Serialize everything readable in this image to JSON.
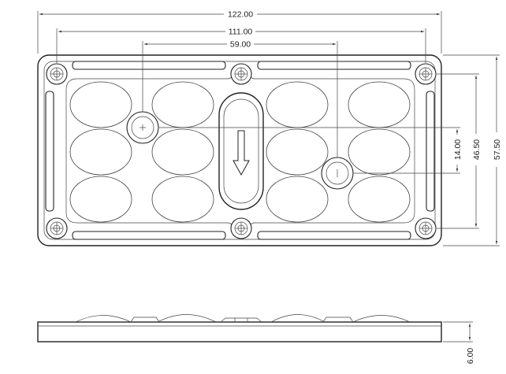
{
  "dimensions": {
    "overall_width": "122.00",
    "hole_spacing": "111.00",
    "pin_spacing": "59.00",
    "overall_height": "57.50",
    "hole_height": "46.50",
    "pin_offset": "14.00",
    "thickness": "6.00"
  },
  "colors": {
    "line": "#222222",
    "background": "#ffffff"
  },
  "icons": {
    "direction": "down-arrow-icon",
    "mount_hole": "screw-hole-icon",
    "pin_round": "plus-pin-icon",
    "pin_slot": "slot-pin-icon"
  }
}
